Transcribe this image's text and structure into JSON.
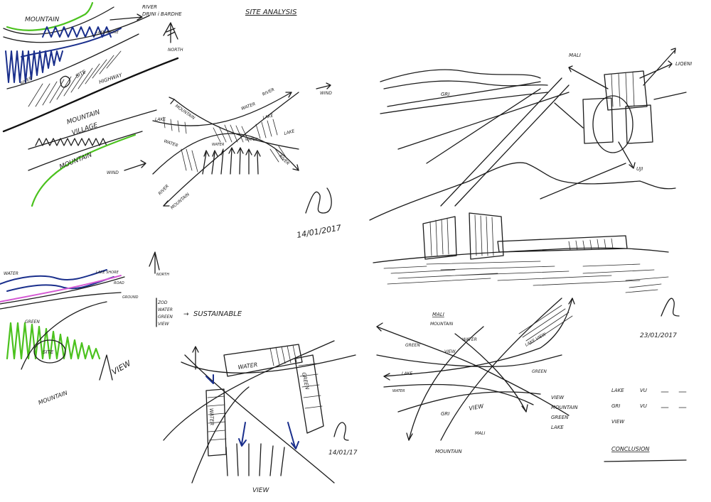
{
  "colors": {
    "ink": "#1b1b1b",
    "blue": "#1a2f8c",
    "green": "#4bc21e",
    "pink": "#d55ad4",
    "paper": "#ffffff"
  },
  "sketch1": {
    "mountain_top": "MOUNTAIN",
    "river": "RIVER",
    "river2": "DRINI i BARDHE",
    "lake_shore": "LAKE SHORE",
    "north": "NORTH",
    "site": "SITE",
    "river_small": "RIVER",
    "highway": "HIGHWAY",
    "mountain_village_1": "MOUNTAIN",
    "mountain_village_2": "VILLAGE",
    "mountain_bottom": "MOUNTAIN",
    "wind": "WIND"
  },
  "title": "SITE ANALYSIS",
  "sketch2": {
    "mountain": "MOUNTAIN",
    "river_tr": "RIVER",
    "water_top": "WATER",
    "lake_left": "LAKE",
    "lake_mid": "LAKE",
    "lake_right": "LAKE",
    "water_left": "WATER",
    "water_center": "WATER",
    "water_right": "WATER",
    "river_bl": "RIVER",
    "mountain_bl": "MOUNTAIN",
    "river_br": "RIVER",
    "wind": "WIND",
    "date": "14/01/2017"
  },
  "sketch3": {
    "water": "WATER",
    "lake_shore": "LAKE SHORE",
    "road": "ROAD",
    "ground": "GROUND",
    "green": "GREEN",
    "site": "SITE",
    "mountain": "MOUNTAIN",
    "view": "VIEW",
    "north": "NORTH"
  },
  "sketch4": {
    "list_1": "ZOD",
    "list_2": "WATER",
    "list_3": "GREEN",
    "list_4": "VIEW",
    "arrow": "→",
    "sustainable": "SUSTAINABLE",
    "water_block": "WATER",
    "green_block": "GREEN",
    "water_block_left": "WATER",
    "view": "VIEW",
    "date": "14/01/17"
  },
  "sketch5": {
    "mali": "MALI",
    "liqeni": "LIQENI",
    "gri": "GRI",
    "uji": "UJI"
  },
  "sketch6": {
    "date": "23/01/2017"
  },
  "sketch7": {
    "mali": "MALI",
    "mountain": "MOUNTAIN",
    "green": "GREEN",
    "view_small": "VIEW",
    "water_top": "WATER",
    "lake_view": "LAKE VIEW",
    "green_right": "GREEN",
    "lake": "LAKE",
    "water": "WATER",
    "gri": "GRI",
    "view_center": "VIEW",
    "mali_bottom": "MALI",
    "mountain_bottom": "MOUNTAIN",
    "legend_1": "VIEW",
    "legend_2": "MOUNTAIN",
    "legend_3": "GREEN",
    "legend_4": "LAKE",
    "legend_5a": "LAKE",
    "legend_5b": "VU",
    "legend_6a": "GRI",
    "legend_6b": "VU",
    "legend_7": "VIEW",
    "conclusion": "CONCLUSION"
  }
}
